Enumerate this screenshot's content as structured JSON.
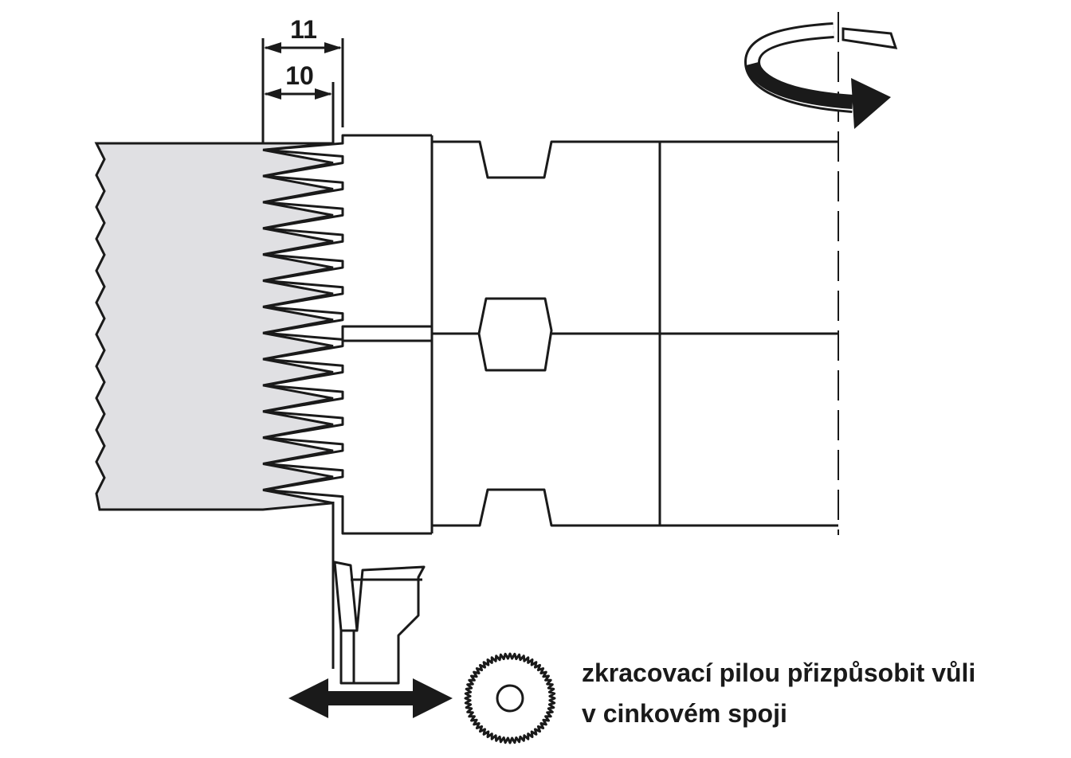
{
  "dimensions": {
    "outer": "11",
    "inner": "10"
  },
  "caption": {
    "line1": "zkracovací pilou přizpůsobit vůli",
    "line2": "v cinkovém spoji"
  },
  "colors": {
    "stroke": "#1a1a1a",
    "workpiece_fill": "#e0e0e3",
    "background": "#ffffff"
  },
  "icons": {
    "rotation": "rotation-arrow-icon",
    "saw": "circular-saw-blade-icon",
    "move": "double-arrow-icon"
  }
}
